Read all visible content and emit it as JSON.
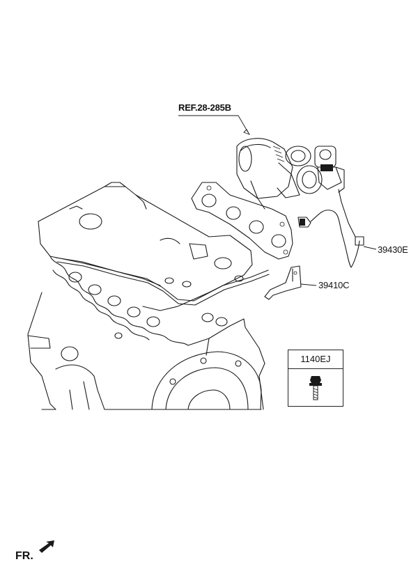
{
  "reference": "REF.28-285B",
  "parts": {
    "sensor": "39430E",
    "bracket": "39410C",
    "bolt": "1140EJ"
  },
  "front_indicator": "FR."
}
